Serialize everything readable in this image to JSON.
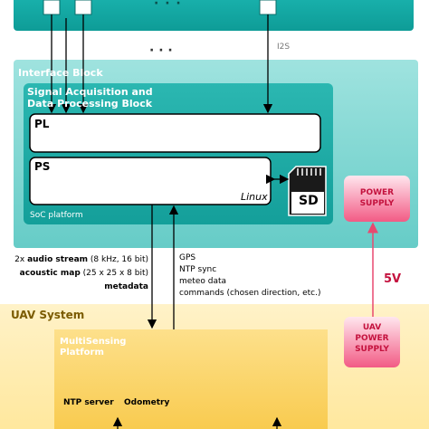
{
  "top_block": {
    "dots_top": "· · ·",
    "dots_mid": "· · ·",
    "i2s_label": "I2S"
  },
  "interface_block": {
    "title": "Interface Block"
  },
  "acquisition_block": {
    "title_line1": "Signal Acquisition and",
    "title_line2": "Data Processing Block"
  },
  "pl_box": {
    "label": "PL"
  },
  "ps_box": {
    "label": "PS",
    "os_label": "Linux"
  },
  "sd_card": {
    "label": "SD"
  },
  "soc": {
    "label": "SoC platform"
  },
  "power_supply": {
    "line1": "POWER",
    "line2": "SUPPLY"
  },
  "downlink": {
    "line1_prefix": "2x ",
    "line1_bold": "audio stream",
    "line1_suffix": " (8 kHz, 16 bit)",
    "line2_bold": "acoustic map",
    "line2_suffix": " (25 x 25 x 8 bit)",
    "line3_bold": "metadata"
  },
  "uplink": {
    "items": [
      "GPS",
      "NTP sync",
      "meteo data",
      "commands (chosen direction, etc.)"
    ]
  },
  "voltage": {
    "label": "5V"
  },
  "uav_system": {
    "title": "UAV System"
  },
  "uav_power": {
    "line1": "UAV",
    "line2": "POWER",
    "line3": "SUPPLY"
  },
  "multisensing": {
    "line1": "MultiSensing",
    "line2": "Platform",
    "ntp": "NTP server",
    "odometry": "Odometry"
  }
}
